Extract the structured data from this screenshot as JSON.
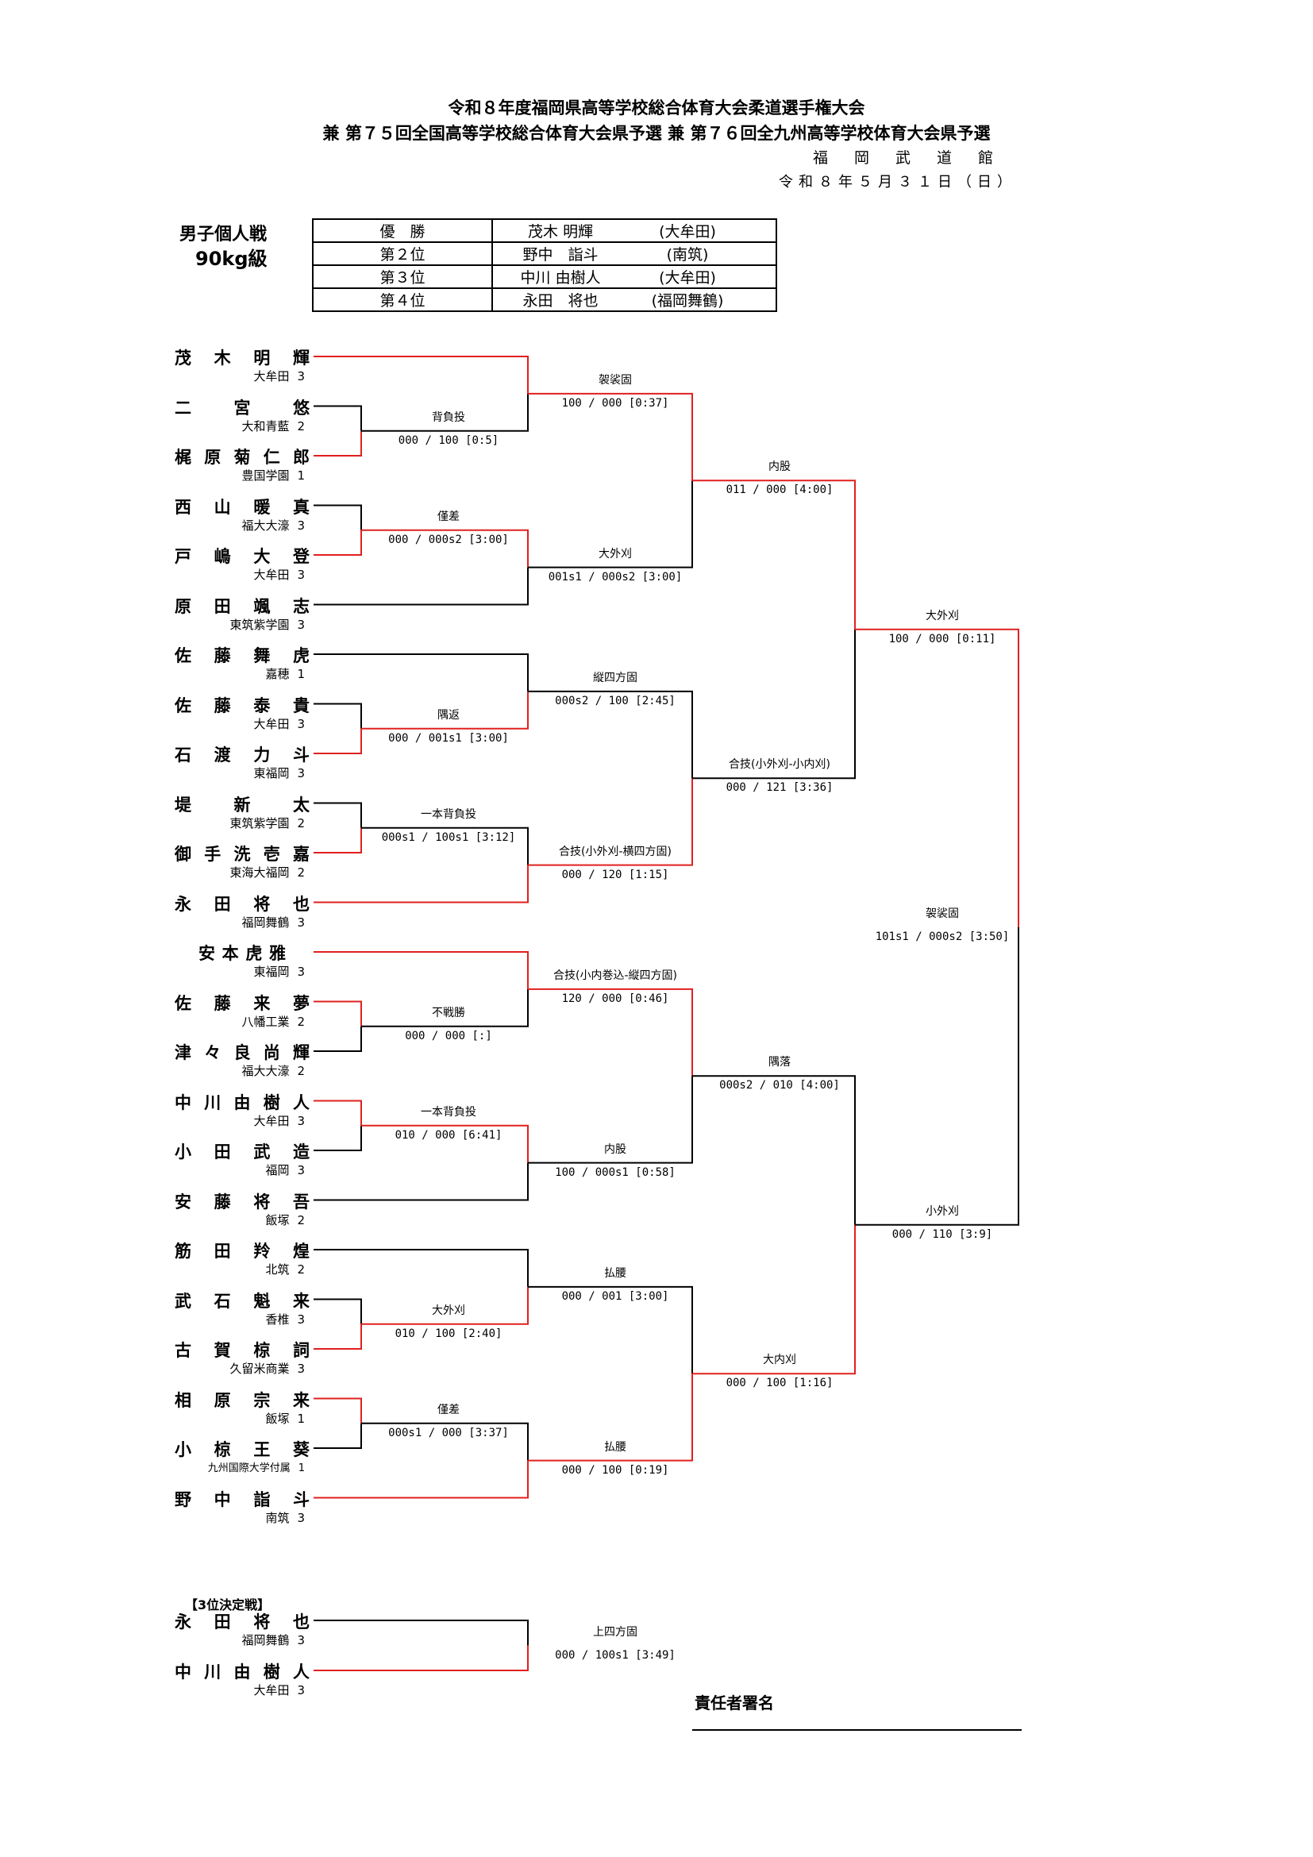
{
  "header": {
    "title_line1": "令和８年度福岡県高等学校総合体育大会柔道選手権大会",
    "title_line2": "兼 第７５回全国高等学校総合体育大会県予選 兼 第７６回全九州高等学校体育大会県予選",
    "venue": "福岡武道館",
    "date": "令和８年５月３１日（日）"
  },
  "event": {
    "category": "男子個人戦",
    "weight_class": "90kg級"
  },
  "results": [
    {
      "rank": "優　勝",
      "name": "茂木 明輝",
      "team": "(大牟田)"
    },
    {
      "rank": "第２位",
      "name": "野中　詣斗",
      "team": "(南筑)"
    },
    {
      "rank": "第３位",
      "name": "中川 由樹人",
      "team": "(大牟田)"
    },
    {
      "rank": "第４位",
      "name": "永田　将也",
      "team": "(福岡舞鶴)"
    }
  ],
  "players": [
    {
      "name": "茂木明輝",
      "school": "大牟田",
      "grade": "3"
    },
    {
      "name": "二宮悠",
      "school": "大和青藍",
      "grade": "2"
    },
    {
      "name": "梶原菊仁郎",
      "school": "豊国学園",
      "grade": "1"
    },
    {
      "name": "西山暖真",
      "school": "福大大濠",
      "grade": "3"
    },
    {
      "name": "戸嶋大登",
      "school": "大牟田",
      "grade": "3"
    },
    {
      "name": "原田颯志",
      "school": "東筑紫学園",
      "grade": "3"
    },
    {
      "name": "佐藤舞虎",
      "school": "嘉穂",
      "grade": "1"
    },
    {
      "name": "佐藤泰貴",
      "school": "大牟田",
      "grade": "3"
    },
    {
      "name": "石渡力斗",
      "school": "東福岡",
      "grade": "3"
    },
    {
      "name": "堤新太",
      "school": "東筑紫学園",
      "grade": "2"
    },
    {
      "name": "御手洗壱嘉",
      "school": "東海大福岡",
      "grade": "2"
    },
    {
      "name": "永田将也",
      "school": "福岡舞鶴",
      "grade": "3"
    },
    {
      "name": "安本虎雅",
      "school": "東福岡",
      "grade": "3"
    },
    {
      "name": "佐藤来夢",
      "school": "八幡工業",
      "grade": "2"
    },
    {
      "name": "津々良尚輝",
      "school": "福大大濠",
      "grade": "2"
    },
    {
      "name": "中川由樹人",
      "school": "大牟田",
      "grade": "3"
    },
    {
      "name": "小田武造",
      "school": "福岡",
      "grade": "3"
    },
    {
      "name": "安藤将吾",
      "school": "飯塚",
      "grade": "2"
    },
    {
      "name": "筋田羚煌",
      "school": "北筑",
      "grade": "2"
    },
    {
      "name": "武石魁来",
      "school": "香椎",
      "grade": "3"
    },
    {
      "name": "古賀椋詞",
      "school": "久留米商業",
      "grade": "3"
    },
    {
      "name": "相原宗来",
      "school": "飯塚",
      "grade": "1"
    },
    {
      "name": "小椋王葵",
      "school": "九州国際大学付属",
      "grade": "1"
    },
    {
      "name": "野中詣斗",
      "school": "南筑",
      "grade": "3"
    }
  ],
  "bouts": [
    {
      "technique": "背負投",
      "score": "000 / 100 [0:5]"
    },
    {
      "technique": "僅差",
      "score": "000 / 000s2 [3:00]"
    },
    {
      "technique": "隅返",
      "score": "000 / 001s1 [3:00]"
    },
    {
      "technique": "一本背負投",
      "score": "000s1 / 100s1 [3:12]"
    },
    {
      "technique": "不戦勝",
      "score": "000 / 000 [:]"
    },
    {
      "technique": "一本背負投",
      "score": "010 / 000 [6:41]"
    },
    {
      "technique": "大外刈",
      "score": "010 / 100 [2:40]"
    },
    {
      "technique": "僅差",
      "score": "000s1 / 000 [3:37]"
    },
    {
      "technique": "袈裟固",
      "score": "100 / 000 [0:37]"
    },
    {
      "technique": "大外刈",
      "score": "001s1 / 000s2 [3:00]"
    },
    {
      "technique": "縦四方固",
      "score": "000s2 / 100 [2:45]"
    },
    {
      "technique": "合技(小外刈-横四方固)",
      "score": "000 / 120 [1:15]"
    },
    {
      "technique": "合技(小内巻込-縦四方固)",
      "score": "120 / 000 [0:46]"
    },
    {
      "technique": "内股",
      "score": "100 / 000s1 [0:58]"
    },
    {
      "technique": "払腰",
      "score": "000 / 001 [3:00]"
    },
    {
      "technique": "払腰",
      "score": "000 / 100 [0:19]"
    },
    {
      "technique": "内股",
      "score": "011 / 000 [4:00]"
    },
    {
      "technique": "合技(小外刈-小内刈)",
      "score": "000 / 121 [3:36]"
    },
    {
      "technique": "隅落",
      "score": "000s2 / 010 [4:00]"
    },
    {
      "technique": "大内刈",
      "score": "000 / 100 [1:16]"
    },
    {
      "technique": "大外刈",
      "score": "100 / 000 [0:11]"
    },
    {
      "technique": "小外刈",
      "score": "000 / 110 [3:9]"
    },
    {
      "technique": "袈裟固",
      "score": "101s1 / 000s2 [3:50]"
    }
  ],
  "third_place": {
    "title": "【3位決定戦】",
    "players": [
      {
        "name": "永田将也",
        "school": "福岡舞鶴",
        "grade": "3"
      },
      {
        "name": "中川由樹人",
        "school": "大牟田",
        "grade": "3"
      }
    ],
    "bout": {
      "technique": "上四方固",
      "score": "000 / 100s1 [3:49]"
    }
  },
  "signature_label": "責任者署名",
  "colors": {
    "winner_line": "#e0201f",
    "loser_line": "#000000"
  }
}
